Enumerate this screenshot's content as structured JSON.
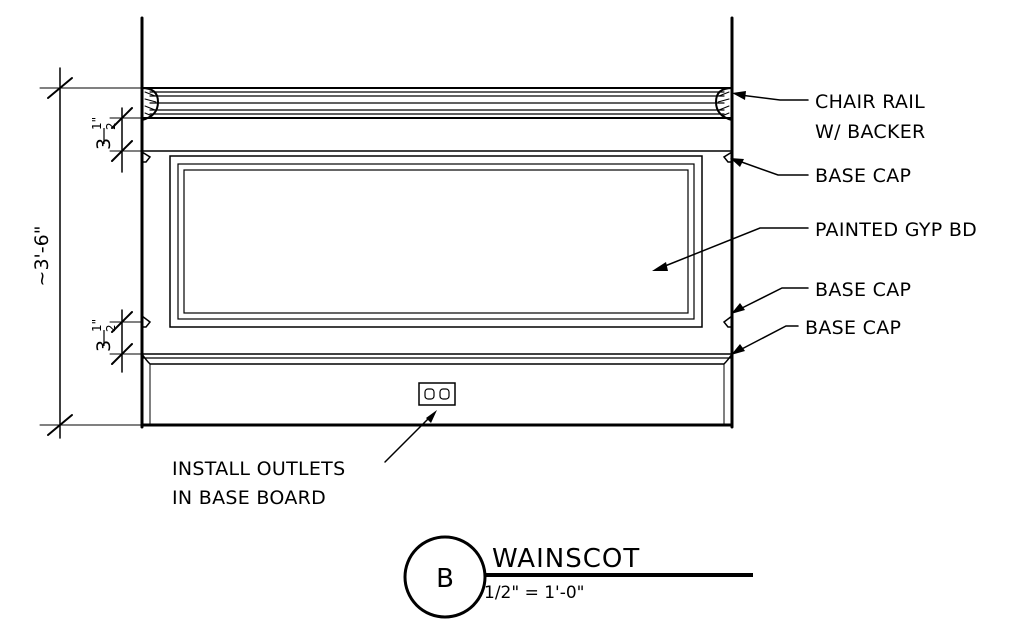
{
  "labels": {
    "chair_rail_line1": "CHAIR RAIL",
    "chair_rail_line2": "W/ BACKER",
    "base_cap_1": "BASE CAP",
    "painted_gyp": "PAINTED GYP BD",
    "base_cap_2": "BASE CAP",
    "base_cap_3": "BASE CAP",
    "outlets_line1": "INSTALL OUTLETS",
    "outlets_line2": "IN BASE BOARD"
  },
  "dimensions": {
    "overall_height": "~3'-6\"",
    "upper_whole": "3",
    "upper_num": "1\"",
    "upper_den": "2",
    "lower_whole": "3",
    "lower_num": "1\"",
    "lower_den": "2"
  },
  "detail": {
    "bubble_letter": "B",
    "title": "WAINSCOT",
    "scale": "1/2\" = 1'-0\""
  }
}
